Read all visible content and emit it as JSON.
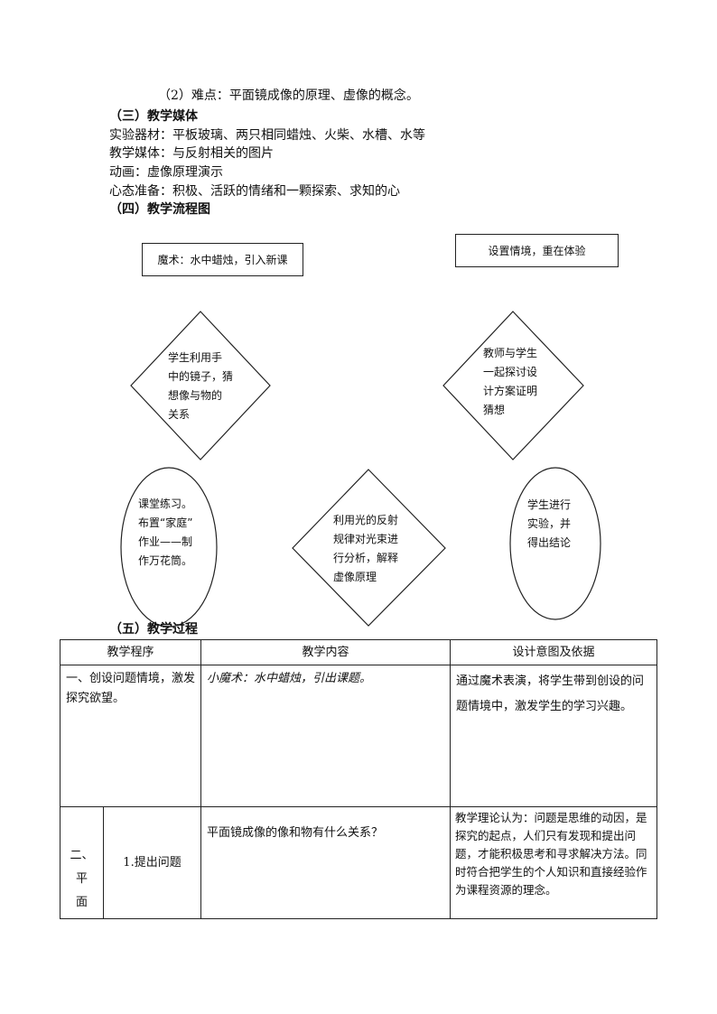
{
  "intro": {
    "difficulty": "（2）难点：平面镜成像的原理、虚像的概念。",
    "media_heading": "（三）教学媒体",
    "equipment": "实验器材：平板玻璃、两只相同蜡烛、火柴、水槽、水等",
    "media": "教学媒体：与反射相关的图片",
    "animation": "动画：虚像原理演示",
    "mindset": "心态准备：积极、活跃的情绪和一颗探索、求知的心",
    "flow_heading": "（四）教学流程图"
  },
  "flowchart": {
    "box_magic": "魔术：水中蜡烛，引入新课",
    "box_scenario": "设置情境，重在体验",
    "diamond_left": [
      "学生利用手",
      "中的镜子，猜",
      "想像与物的",
      "关系"
    ],
    "diamond_right": [
      "教师与学生",
      "一起探讨设",
      "计方案证明",
      "猜想"
    ],
    "ellipse_left": [
      "课堂练习。",
      "布置“家庭”",
      "作业——制",
      "作万花筒。"
    ],
    "diamond_center": [
      "利用光的反射",
      "规律对光束进",
      "行分析，解释",
      "虚像原理"
    ],
    "ellipse_right": [
      "学生进行",
      "实验，并",
      "得出结论"
    ]
  },
  "process": {
    "heading": "（五）教学过程",
    "headers": [
      "教学程序",
      "教学内容",
      "设计意图及依据"
    ],
    "row1": {
      "step": "一、创设问题情境，激发探究欲望。",
      "content": "小魔术：水中蜡烛，引出课题。",
      "intent": "通过魔术表演，将学生带到创设的问题情境中，激发学生的学习兴趣。"
    },
    "row2": {
      "section": [
        "二、",
        "平",
        "面"
      ],
      "step": "1.提出问题",
      "content": "平面镜成像的像和物有什么关系？",
      "intent": "教学理论认为：问题是思维的动因，是探究的起点，人们只有发现和提出问题，才能积极思考和寻求解决方法。同时符合把学生的个人知识和直接经验作为课程资源的理念。"
    }
  }
}
